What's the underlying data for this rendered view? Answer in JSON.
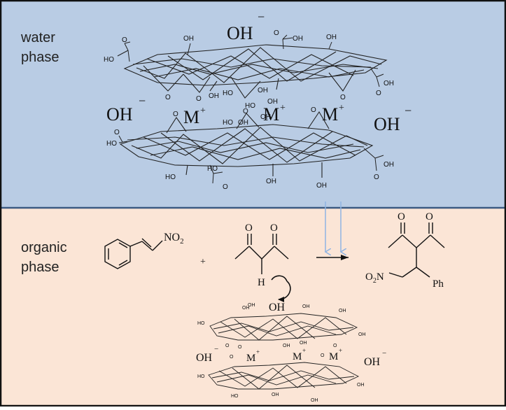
{
  "colors": {
    "water": "#b9cce4",
    "organic": "#fbe5d6",
    "border": "#111111",
    "divider": "#3c5a82",
    "arrow": "#8fb4e3"
  },
  "phases": {
    "water": {
      "line1": "water",
      "line2": "phase"
    },
    "organic": {
      "line1": "organic",
      "line2": "phase"
    }
  },
  "ions": {
    "hydroxide": "OH",
    "minus": "−",
    "metal": "M",
    "plus": "+"
  },
  "groups": {
    "oh": "OH",
    "o": "O",
    "ho": "HO",
    "h": "H"
  },
  "reaction": {
    "no2": "NO",
    "sub2": "2",
    "plus_sign": "+",
    "o2n_a": "O",
    "o2n_b": "2",
    "o2n_c": "N",
    "ph": "Ph"
  }
}
